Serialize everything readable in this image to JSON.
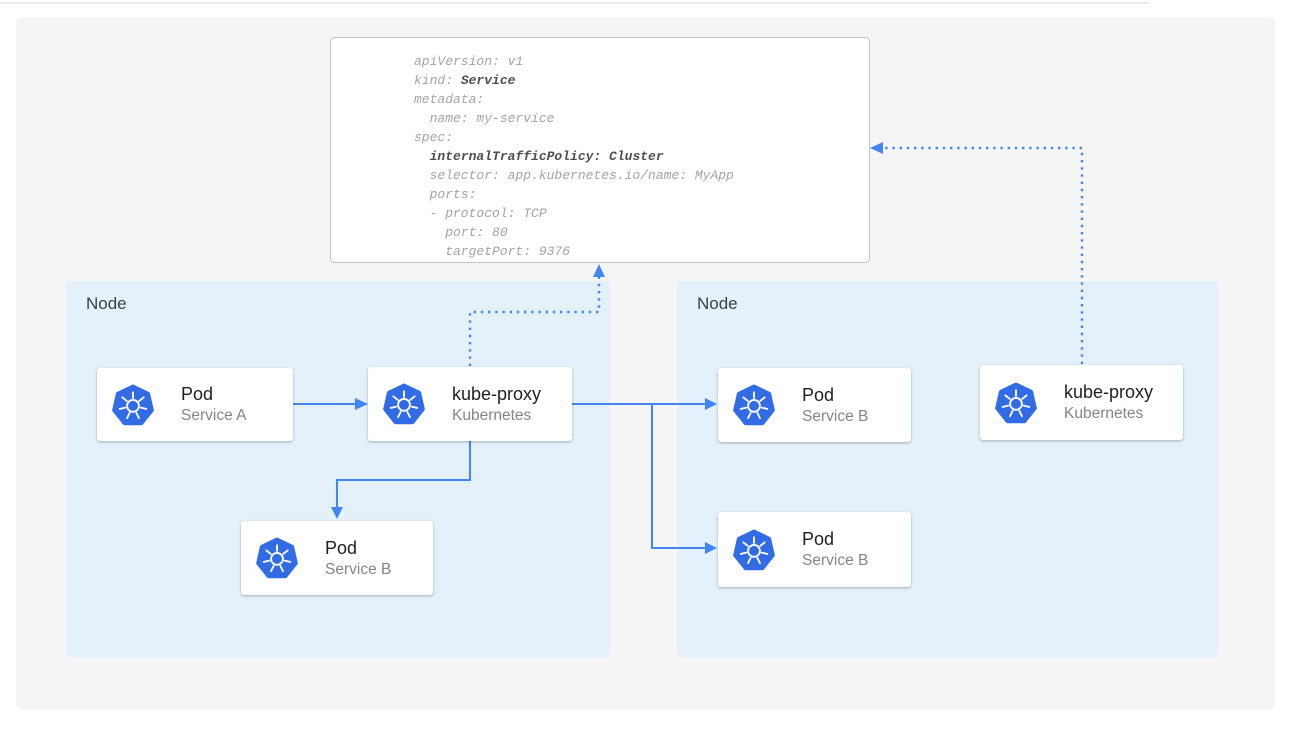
{
  "yaml_box": {
    "lines": [
      [
        {
          "text": "apiVersion: v1",
          "bold": false
        }
      ],
      [
        {
          "text": "kind: ",
          "bold": false
        },
        {
          "text": "Service",
          "bold": true
        }
      ],
      [
        {
          "text": "metadata:",
          "bold": false
        }
      ],
      [
        {
          "text": "  name: my-service",
          "bold": false
        }
      ],
      [
        {
          "text": "spec:",
          "bold": false
        }
      ],
      [
        {
          "text": "  ",
          "bold": false
        },
        {
          "text": "internalTrafficPolicy: Cluster",
          "bold": true
        }
      ],
      [
        {
          "text": "  selector: app.kubernetes.io/name: MyApp",
          "bold": false
        }
      ],
      [
        {
          "text": "  ports:",
          "bold": false
        }
      ],
      [
        {
          "text": "  - protocol: TCP",
          "bold": false
        }
      ],
      [
        {
          "text": "    port: 80",
          "bold": false
        }
      ],
      [
        {
          "text": "    targetPort: 9376",
          "bold": false
        }
      ]
    ]
  },
  "nodes": {
    "left": {
      "label": "Node"
    },
    "right": {
      "label": "Node"
    }
  },
  "cards": {
    "left_pod_a": {
      "title": "Pod",
      "subtitle": "Service A",
      "icon": "kubernetes-icon"
    },
    "left_kube_proxy": {
      "title": "kube-proxy",
      "subtitle": "Kubernetes",
      "icon": "kubernetes-icon"
    },
    "left_pod_b": {
      "title": "Pod",
      "subtitle": "Service B",
      "icon": "kubernetes-icon"
    },
    "right_pod_b_top": {
      "title": "Pod",
      "subtitle": "Service B",
      "icon": "kubernetes-icon"
    },
    "right_pod_b_bottom": {
      "title": "Pod",
      "subtitle": "Service B",
      "icon": "kubernetes-icon"
    },
    "right_kube_proxy": {
      "title": "kube-proxy",
      "subtitle": "Kubernetes",
      "icon": "kubernetes-icon"
    }
  },
  "colors": {
    "kubernetes_blue": "#326ce5",
    "arrow_blue": "#4285f4",
    "node_panel_blue": "#e4f1fb",
    "background_gray": "#f5f5f6",
    "yaml_text_gray": "#a3a3a3",
    "yaml_bold_gray": "#4f4f4f",
    "yaml_border_gray": "#c3c3c3"
  }
}
